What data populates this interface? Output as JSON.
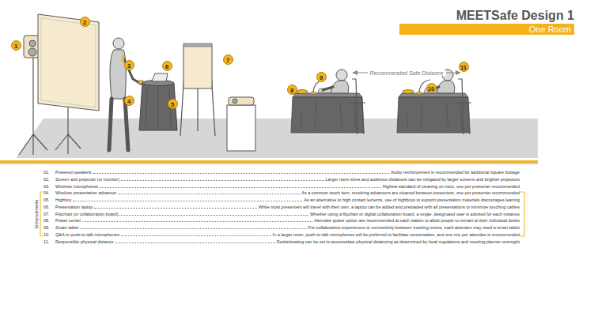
{
  "diagram": {
    "title": "MEETSafe Design 1",
    "nodes": [
      {
        "text": [
          "One Room"
        ]
      }
    ],
    "labels": [
      "1",
      "2",
      "3",
      "4",
      "5",
      "6",
      "7",
      "8",
      "9",
      "10",
      "11",
      "Recommended Safe Distance",
      "01.",
      "Powered speakers",
      "Audio reinforcement is recommended for additional square footage",
      "02.",
      "Screen and projector (or monitor)",
      "Larger room sizes and audience distances can be mitigated by larger screens and brighter projectors",
      "03.",
      "Wireless microphones",
      "Highest standard of cleaning on mics, one per presenter recommended",
      "04.",
      "Wireless presentation advancer",
      "As a common touch item, revolving advancers are cleaned between presenters, one per presenter recommended",
      "05.",
      "Highboy",
      "As an alternative to high contact lecterns, use of highboys to support presentation materials discourages leaning",
      "06.",
      "Presentation laptop",
      "While most presenters will travel with their own, a laptop can be added and preloaded with all presentations to minimize touching cables",
      "07.",
      "Flipchart (or collaboration board)",
      "Whether using a flipchart or digital collaboration board, a single, designated user is advised for each instance",
      "08.",
      "Power center",
      "Attendee power option are recommended at each station to allow people to remain at their individual desks",
      "09.",
      "Smart tablet",
      "For collaborative experiences or connectivity between meeting rooms, each attendee may need a smart tablet",
      "10.",
      "Q&A or push-to-talk microphones",
      "In a larger room, push-to-talk microphones will be preferred to facilitate conversation, and one mic per attendee is recommended",
      "11.",
      "Responsible physical distance",
      "Desks/seating can be set to accomodate physical distancing as determined by local regulations and meeting planner oversight",
      "Enhancements"
    ]
  }
}
